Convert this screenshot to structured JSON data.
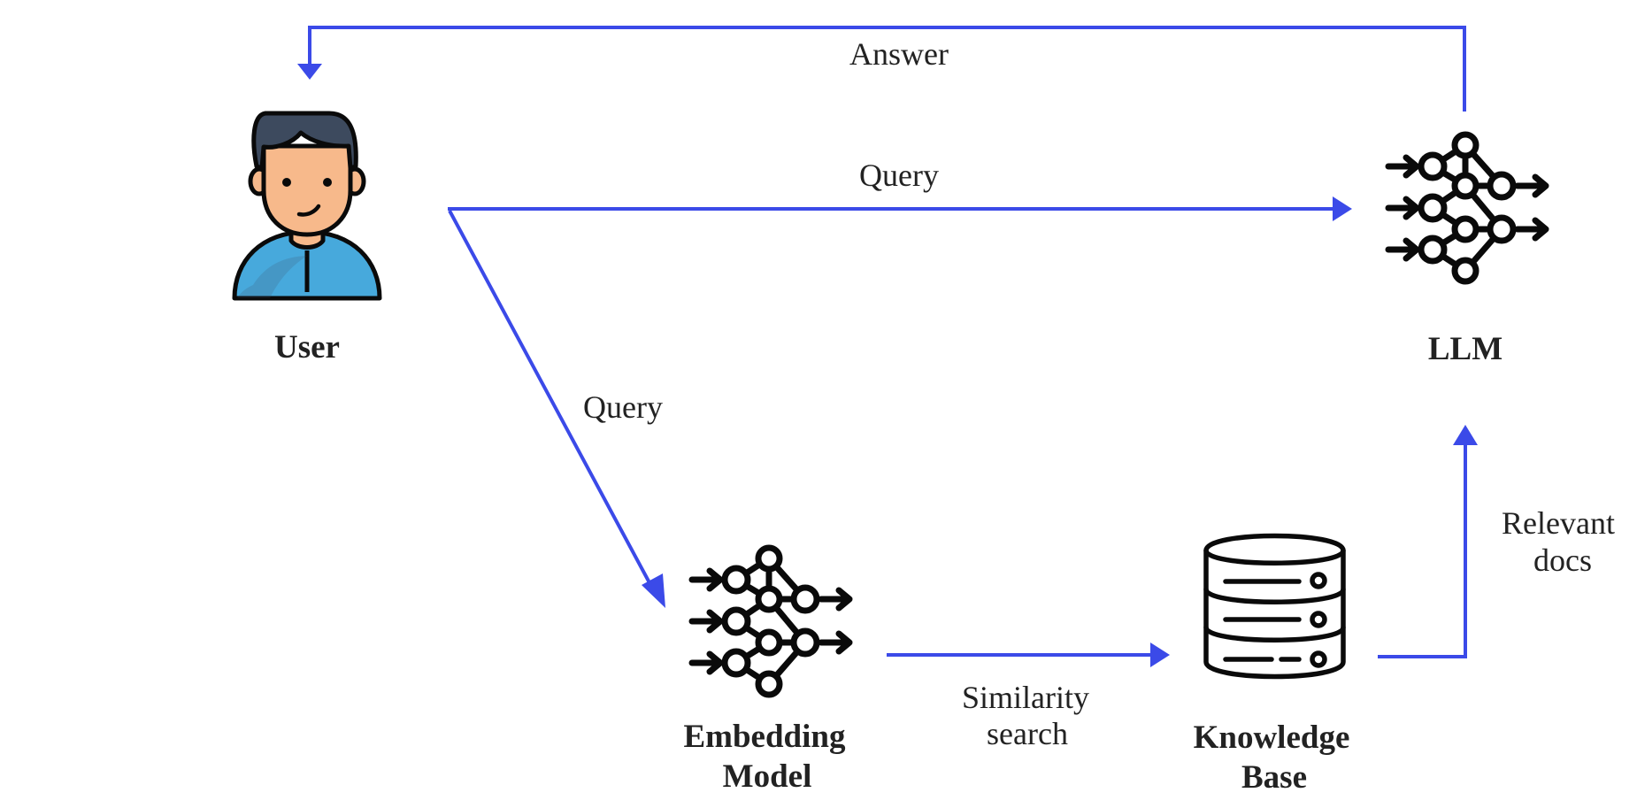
{
  "colors": {
    "arrow": "#3b4ae8",
    "icon_stroke": "#0a0a0a",
    "skin": "#f7b98b",
    "hair": "#3d4a5e",
    "shirt": "#47a9dc"
  },
  "nodes": {
    "user": {
      "label": "User",
      "icon": "user-avatar-icon"
    },
    "llm": {
      "label": "LLM",
      "icon": "neural-network-icon"
    },
    "embedding": {
      "label_line1": "Embedding",
      "label_line2": "Model",
      "icon": "neural-network-icon"
    },
    "knowledge_base": {
      "label_line1": "Knowledge",
      "label_line2": "Base",
      "icon": "database-icon"
    }
  },
  "edges": {
    "answer": {
      "label": "Answer"
    },
    "query_llm": {
      "label": "Query"
    },
    "query_embedding": {
      "label": "Query"
    },
    "similarity": {
      "label_line1": "Similarity",
      "label_line2": "search"
    },
    "relevant": {
      "label_line1": "Relevant",
      "label_line2": "docs"
    }
  }
}
